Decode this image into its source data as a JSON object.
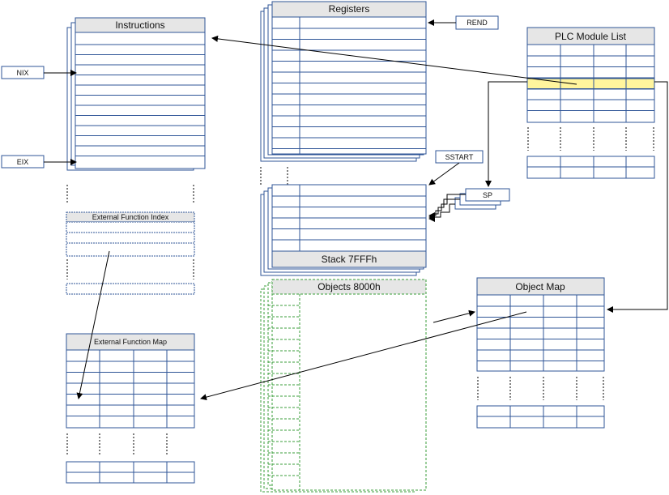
{
  "labels": {
    "instructions": "Instructions",
    "registers": "Registers",
    "plc_module_list": "PLC Module List",
    "stack": "Stack 7FFFh",
    "objects": "Objects 8000h",
    "object_map": "Object Map",
    "external_function_index": "External Function Index",
    "external_function_map": "External Function Map",
    "nix": "NIX",
    "eix": "EIX",
    "rend": "REND",
    "sstart": "SSTART",
    "sp": "SP"
  },
  "colors": {
    "outline": "#2f5597",
    "header_fill": "#e6e6e6",
    "highlight": "#fff59d",
    "objects": "#3a9d3a"
  }
}
